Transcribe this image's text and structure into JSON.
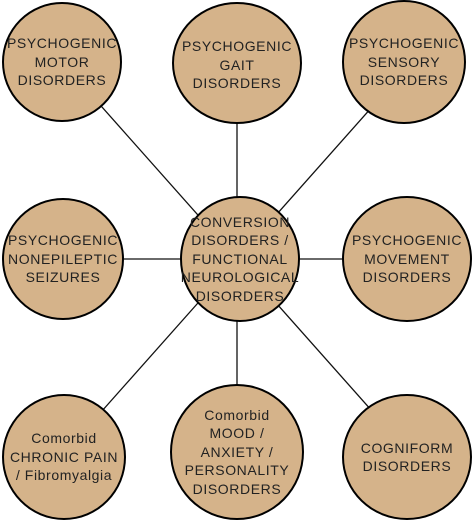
{
  "diagram": {
    "fill_color": "#D5B38A",
    "border_color": "#000000",
    "line_color": "#111111",
    "center": {
      "label": "CONVERSION\nDISORDERS /\nFUNCTIONAL\nNEUROLOGICAL\nDISORDERS"
    },
    "satellites": [
      {
        "label": "PSYCHOGENIC\nMOTOR\nDISORDERS"
      },
      {
        "label": "PSYCHOGENIC\nGAIT\nDISORDERS"
      },
      {
        "label": "PSYCHOGENIC\nSENSORY\nDISORDERS"
      },
      {
        "label": "PSYCHOGENIC\nNONEPILEPTIC\nSEIZURES"
      },
      {
        "label": "PSYCHOGENIC\nMOVEMENT\nDISORDERS"
      },
      {
        "label": "Comorbid\nCHRONIC PAIN\n/ Fibromyalgia"
      },
      {
        "label": "Comorbid\nMOOD /\nANXIETY /\nPERSONALITY\nDISORDERS"
      },
      {
        "label": "COGNIFORM\nDISORDERS"
      }
    ]
  }
}
